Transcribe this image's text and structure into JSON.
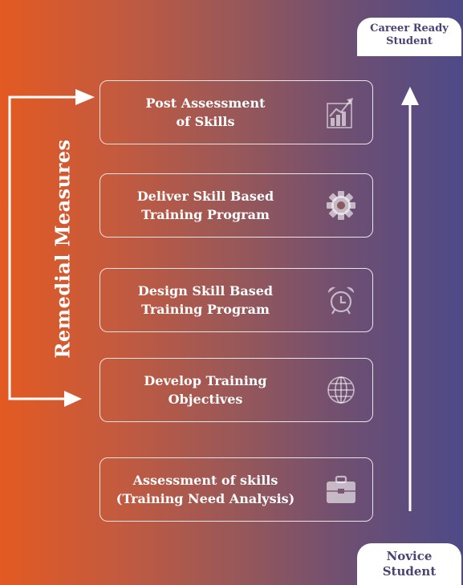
{
  "top_badge": {
    "label": "Career Ready\nStudent"
  },
  "bottom_badge": {
    "label": "Novice\nStudent"
  },
  "remedial_label": "Remedial Measures",
  "steps": [
    {
      "label": "Post Assessment\nof Skills",
      "icon": "chart-icon"
    },
    {
      "label": "Deliver Skill Based\nTraining Program",
      "icon": "gear-icon"
    },
    {
      "label": "Design Skill Based\nTraining Program",
      "icon": "alarm-clock-icon"
    },
    {
      "label": "Develop Training\nObjectives",
      "icon": "globe-icon"
    },
    {
      "label": "Assessment of skills\n(Training Need Analysis)",
      "icon": "briefcase-icon"
    }
  ],
  "colors": {
    "gradient_left": "#e35a22",
    "gradient_right": "#4e4a88",
    "badge_text": "#4a4476",
    "stroke": "#ffffff"
  }
}
